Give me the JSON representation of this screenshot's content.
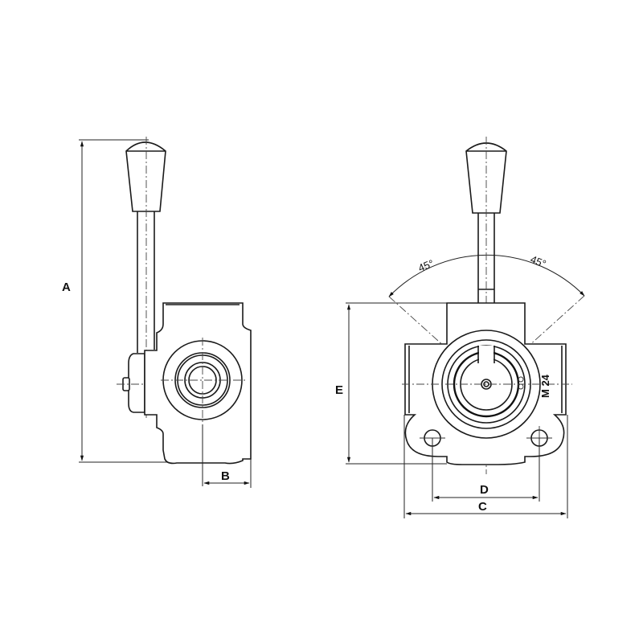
{
  "drawing": {
    "type": "technical-drawing",
    "subject": "manual lever-operated valve, side and front views",
    "colors": {
      "line": "#1a1a1a",
      "background": "#ffffff"
    }
  },
  "side_view": {
    "dimensions": {
      "A": {
        "label": "A",
        "meaning": "overall height"
      },
      "B": {
        "label": "B",
        "meaning": "port center to body face"
      }
    }
  },
  "front_view": {
    "angles": {
      "left": "45°",
      "right": "45°"
    },
    "thread_mark": "M 24",
    "dimensions": {
      "C": {
        "label": "C",
        "meaning": "overall width"
      },
      "D": {
        "label": "D",
        "meaning": "mounting hole spacing"
      },
      "E": {
        "label": "E",
        "meaning": "body height"
      }
    }
  }
}
